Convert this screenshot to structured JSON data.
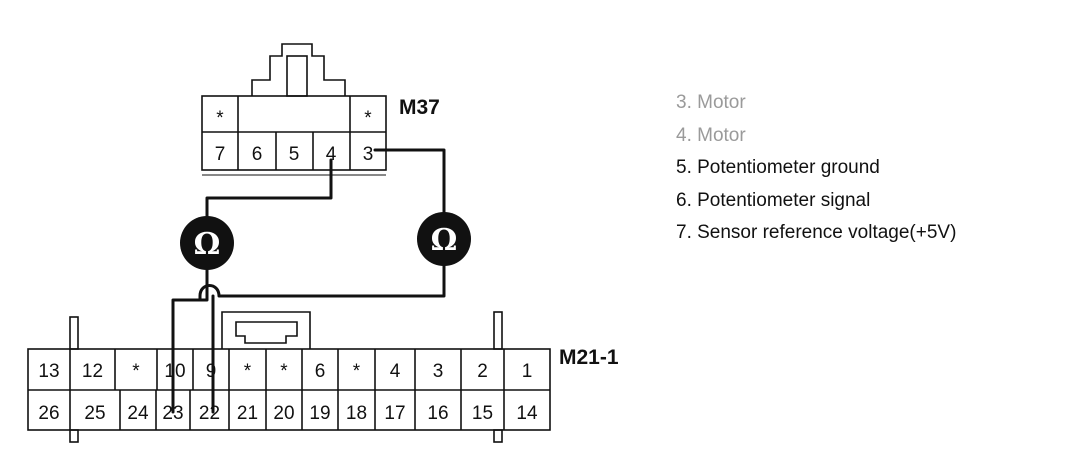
{
  "connectors": {
    "m37": {
      "label": "M37",
      "top_row": [
        "*",
        "*"
      ],
      "bottom_row": [
        "7",
        "6",
        "5",
        "4",
        "3"
      ]
    },
    "m21": {
      "label": "M21-1",
      "top_row": [
        "13",
        "12",
        "*",
        "10",
        "9",
        "*",
        "*",
        "6",
        "*",
        "4",
        "3",
        "2",
        "1"
      ],
      "bottom_row": [
        "26",
        "25",
        "24",
        "23",
        "22",
        "21",
        "20",
        "19",
        "18",
        "17",
        "16",
        "15",
        "14"
      ]
    }
  },
  "meters": {
    "symbol": "Ω"
  },
  "legend": [
    {
      "text": "3. Motor",
      "faint": true
    },
    {
      "text": "4. Motor",
      "faint": true
    },
    {
      "text": "5. Potentiometer ground",
      "faint": false
    },
    {
      "text": "6. Potentiometer signal",
      "faint": false
    },
    {
      "text": "7. Sensor reference voltage(+5V)",
      "faint": false
    }
  ]
}
